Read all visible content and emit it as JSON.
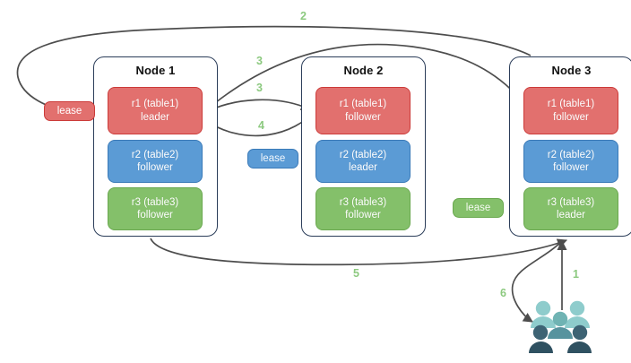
{
  "diagram": {
    "title": "raft-lease-replication-diagram",
    "colors": {
      "replica_red": "#e2706e",
      "replica_red_border": "#cc3b39",
      "replica_blue": "#5b9bd5",
      "replica_blue_border": "#3a7ab8",
      "replica_green": "#84c06a",
      "replica_green_border": "#6aa84f",
      "node_border": "#2b3d59",
      "arrow": "#4d4d4d",
      "step_label": "#8cc97f",
      "client_light": "#8ecccc",
      "client_dark": "#3d6374"
    }
  },
  "nodes": [
    {
      "id": "node1",
      "title": "Node 1",
      "replicas": [
        {
          "name": "r1 (table1)",
          "role": "leader",
          "color": "red"
        },
        {
          "name": "r2 (table2)",
          "role": "follower",
          "color": "blue"
        },
        {
          "name": "r3 (table3)",
          "role": "follower",
          "color": "green"
        }
      ]
    },
    {
      "id": "node2",
      "title": "Node 2",
      "replicas": [
        {
          "name": "r1 (table1)",
          "role": "follower",
          "color": "red"
        },
        {
          "name": "r2 (table2)",
          "role": "leader",
          "color": "blue"
        },
        {
          "name": "r3 (table3)",
          "role": "follower",
          "color": "green"
        }
      ]
    },
    {
      "id": "node3",
      "title": "Node 3",
      "replicas": [
        {
          "name": "r1 (table1)",
          "role": "follower",
          "color": "red"
        },
        {
          "name": "r2 (table2)",
          "role": "follower",
          "color": "blue"
        },
        {
          "name": "r3 (table3)",
          "role": "leader",
          "color": "green"
        }
      ]
    }
  ],
  "leases": [
    {
      "id": "lease-red",
      "label": "lease",
      "color": "red"
    },
    {
      "id": "lease-blue",
      "label": "lease",
      "color": "blue"
    },
    {
      "id": "lease-green",
      "label": "lease",
      "color": "green"
    }
  ],
  "steps": [
    {
      "id": "step-1",
      "label": "1"
    },
    {
      "id": "step-2",
      "label": "2"
    },
    {
      "id": "step-3a",
      "label": "3"
    },
    {
      "id": "step-3b",
      "label": "3"
    },
    {
      "id": "step-4",
      "label": "4"
    },
    {
      "id": "step-5",
      "label": "5"
    },
    {
      "id": "step-6",
      "label": "6"
    }
  ],
  "client": {
    "icon": "users-group-icon"
  }
}
